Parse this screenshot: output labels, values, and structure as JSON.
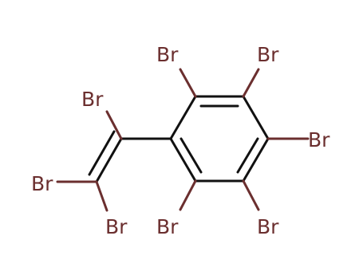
{
  "molecule": {
    "atom_symbol": "Br",
    "colors": {
      "bromine": "#6b2f2f",
      "bond": "#111111",
      "background": "#ffffff"
    },
    "labels": [
      {
        "id": "br-ring-top-left",
        "text": "Br"
      },
      {
        "id": "br-ring-top-right",
        "text": "Br"
      },
      {
        "id": "br-ring-right",
        "text": "Br"
      },
      {
        "id": "br-ring-bottom-left",
        "text": "Br"
      },
      {
        "id": "br-ring-bottom-right",
        "text": "Br"
      },
      {
        "id": "br-vinyl-top",
        "text": "Br"
      },
      {
        "id": "br-vinyl-left",
        "text": "Br"
      },
      {
        "id": "br-vinyl-bottom",
        "text": "Br"
      }
    ]
  }
}
